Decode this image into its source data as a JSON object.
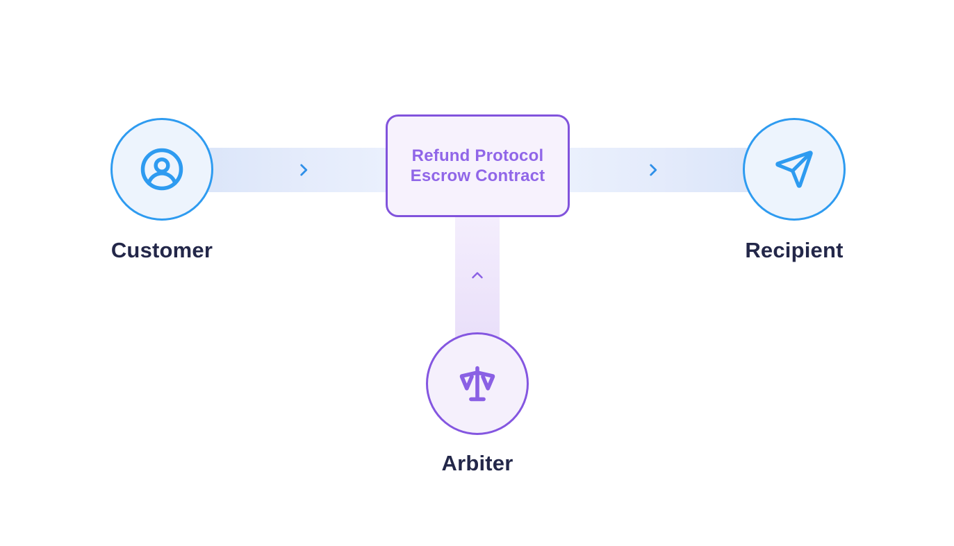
{
  "diagram": {
    "contract": {
      "line1": "Refund Protocol",
      "line2": "Escrow Contract"
    },
    "nodes": {
      "customer": {
        "label": "Customer",
        "icon": "user-circle-icon"
      },
      "recipient": {
        "label": "Recipient",
        "icon": "send-icon"
      },
      "arbiter": {
        "label": "Arbiter",
        "icon": "scales-icon"
      }
    },
    "connections": [
      {
        "from": "customer",
        "to": "contract",
        "direction": "right"
      },
      {
        "from": "contract",
        "to": "recipient",
        "direction": "right"
      },
      {
        "from": "arbiter",
        "to": "contract",
        "direction": "up"
      }
    ],
    "colors": {
      "blue_accent": "#2e9bf0",
      "blue_node_fill": "#edf4fd",
      "purple_border": "#8153dc",
      "purple_accent": "#8456e0",
      "purple_text": "#9066e8",
      "purple_node_fill": "#f5f0fc",
      "band_blue": "#dbe5fa",
      "band_purple": "#ebe2fa",
      "label_text": "#232749",
      "background": "#ffffff"
    }
  }
}
